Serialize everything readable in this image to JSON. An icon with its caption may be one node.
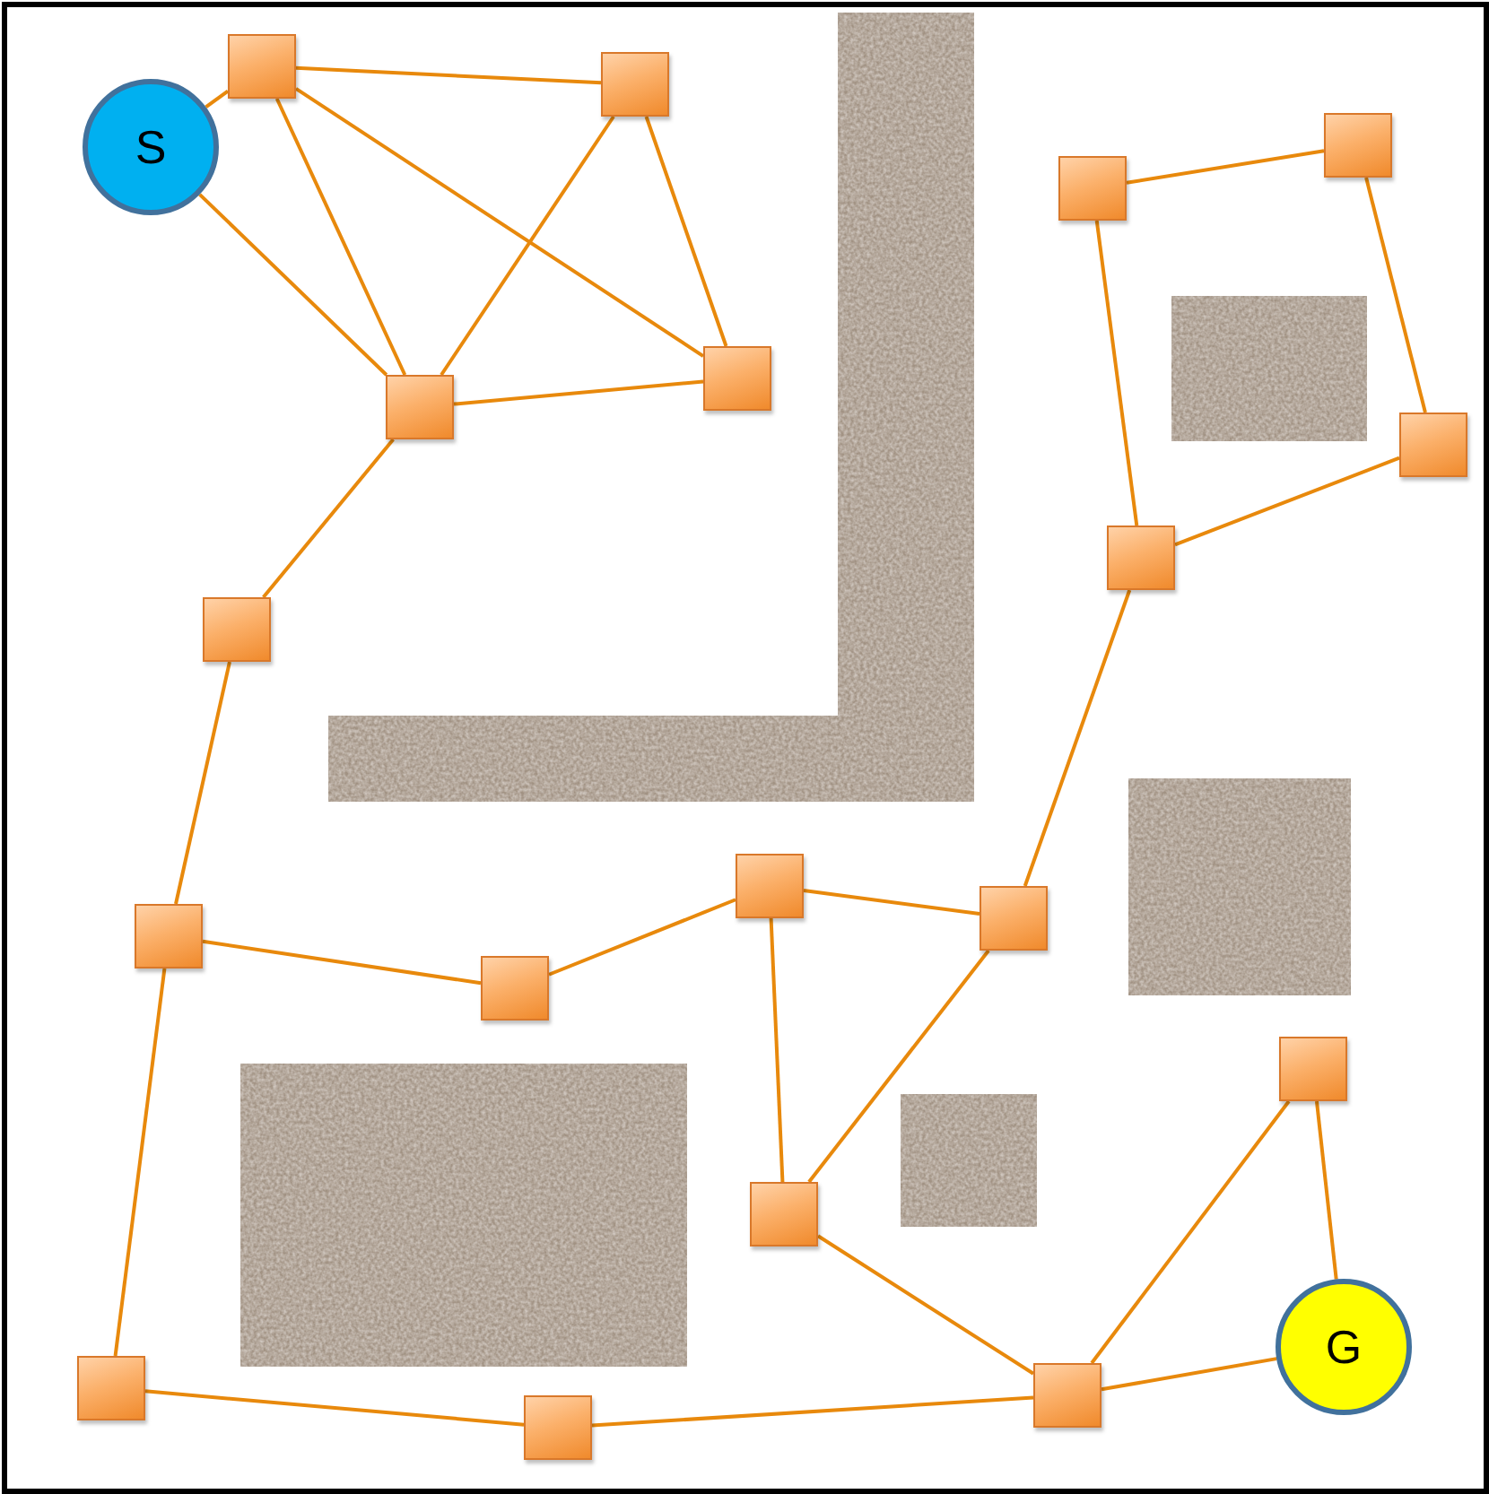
{
  "diagram": {
    "nodes": [
      {
        "text": [
          "S"
        ]
      },
      {
        "text": [],
        "shape": "box"
      },
      {
        "text": [],
        "shape": "box"
      },
      {
        "text": [],
        "shape": "box"
      },
      {
        "text": [],
        "shape": "box"
      },
      {
        "text": [],
        "shape": "box"
      },
      {
        "text": [],
        "shape": "box"
      },
      {
        "text": [],
        "shape": "box"
      },
      {
        "text": [],
        "shape": "box"
      },
      {
        "text": [],
        "shape": "box"
      },
      {
        "text": [],
        "shape": "box"
      },
      {
        "text": [],
        "shape": "box"
      },
      {
        "text": [],
        "shape": "box"
      },
      {
        "text": [],
        "shape": "box"
      },
      {
        "text": [],
        "shape": "box"
      },
      {
        "text": [],
        "shape": "box"
      },
      {
        "text": [],
        "shape": "box"
      },
      {
        "text": [],
        "shape": "box"
      },
      {
        "text": [],
        "shape": "box"
      },
      {
        "text": [
          "G"
        ]
      }
    ],
    "edges": [
      {
        "from": 0,
        "to": 1,
        "arrow": "none"
      },
      {
        "from": 0,
        "to": 3,
        "arrow": "none"
      },
      {
        "from": 1,
        "to": 2,
        "arrow": "none"
      },
      {
        "from": 1,
        "to": 3,
        "arrow": "none"
      },
      {
        "from": 1,
        "to": 4,
        "arrow": "none"
      },
      {
        "from": 2,
        "to": 3,
        "arrow": "none"
      },
      {
        "from": 2,
        "to": 4,
        "arrow": "none"
      },
      {
        "from": 3,
        "to": 4,
        "arrow": "none"
      },
      {
        "from": 3,
        "to": 5,
        "arrow": "none"
      },
      {
        "from": 5,
        "to": 10,
        "arrow": "none"
      },
      {
        "from": 10,
        "to": 11,
        "arrow": "none"
      },
      {
        "from": 10,
        "to": 16,
        "arrow": "none"
      },
      {
        "from": 11,
        "to": 12,
        "arrow": "none"
      },
      {
        "from": 12,
        "to": 13,
        "arrow": "none"
      },
      {
        "from": 12,
        "to": 15,
        "arrow": "none"
      },
      {
        "from": 13,
        "to": 15,
        "arrow": "none"
      },
      {
        "from": 13,
        "to": 9,
        "arrow": "none"
      },
      {
        "from": 9,
        "to": 6,
        "arrow": "none"
      },
      {
        "from": 6,
        "to": 7,
        "arrow": "none"
      },
      {
        "from": 7,
        "to": 8,
        "arrow": "none"
      },
      {
        "from": 8,
        "to": 9,
        "arrow": "none"
      },
      {
        "from": 16,
        "to": 17,
        "arrow": "none"
      },
      {
        "from": 17,
        "to": 18,
        "arrow": "none"
      },
      {
        "from": 15,
        "to": 18,
        "arrow": "none"
      },
      {
        "from": 18,
        "to": 14,
        "arrow": "none"
      },
      {
        "from": 14,
        "to": 19,
        "arrow": "none"
      },
      {
        "from": 18,
        "to": 19,
        "arrow": "none"
      }
    ]
  }
}
